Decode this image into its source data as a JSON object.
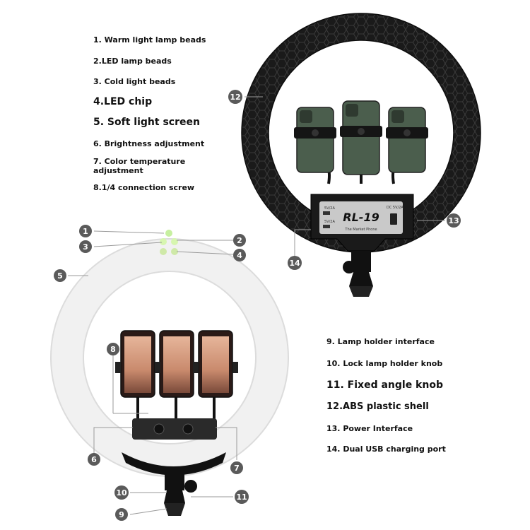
{
  "legend_top": [
    "1. Warm light lamp beads",
    "2.LED lamp beads",
    "3. Cold light beads",
    "4.LED chip",
    "5. Soft light screen",
    "6. Brightness adjustment",
    "7. Color temperature",
    "adjustment",
    "8.1/4 connection screw"
  ],
  "legend_bottom": [
    "9. Lamp holder interface",
    "10. Lock lamp holder knob",
    "11. Fixed angle knob",
    "12.ABS plastic shell",
    "13. Power Interface",
    "14. Dual USB charging port"
  ],
  "product": {
    "model": "RL-19",
    "tagline": "The Market Phone",
    "port_top": "5V/2A",
    "port_bottom": "5V/2A",
    "power_label": "DC 5V/2A"
  },
  "badges": [
    "1",
    "2",
    "3",
    "4",
    "5",
    "6",
    "7",
    "8",
    "9",
    "10",
    "11",
    "12",
    "13",
    "14"
  ],
  "colors": {
    "badge": "#5a5a5a",
    "shell": "#1b1b1b",
    "ring_light": "#f1f1f1",
    "phone_green": "#4b5e4d"
  }
}
